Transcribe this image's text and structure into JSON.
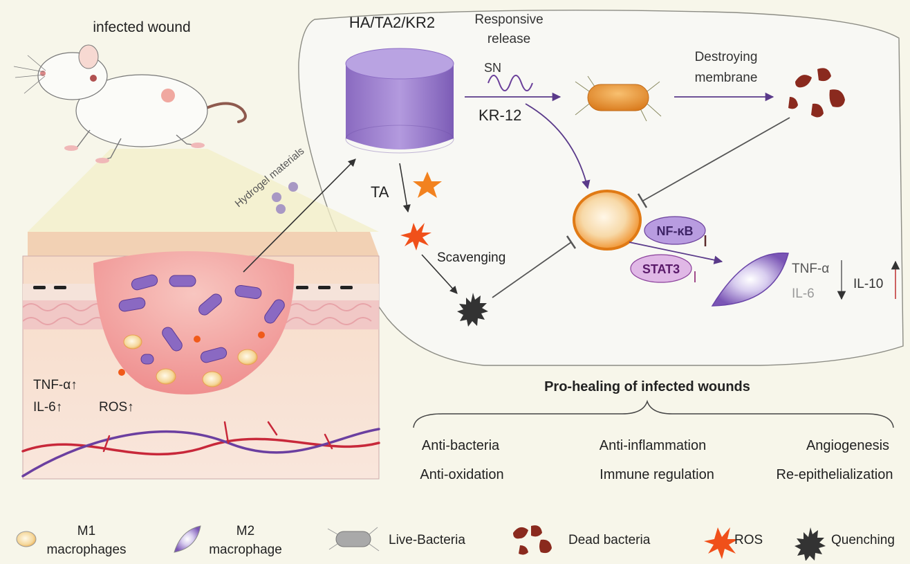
{
  "title_left": "infected wound",
  "hydrogel_label": "HA/TA2/KR2",
  "responsive_release": [
    "Responsive",
    "release"
  ],
  "sn_label": "SN",
  "kr12_label": "KR-12",
  "destroying_membrane": [
    "Destroying",
    "membrane"
  ],
  "ta_label": "TA",
  "scavenging_label": "Scavenging",
  "hydrogel_vertical_label": "Hydrogel materials",
  "nfkb_label": "NF-κB",
  "stat3_label": "STAT3",
  "tnf_right": "TNF-α",
  "il6_right": "IL-6",
  "il10_right": "IL-10",
  "wound_tnf": "TNF-α↑",
  "wound_il6": "IL-6↑",
  "wound_ros": "ROS↑",
  "pro_healing_title": "Pro-healing of infected wounds",
  "outcomes": {
    "row1": [
      "Anti-bacteria",
      "Anti-inflammation",
      "Angiogenesis"
    ],
    "row2": [
      "Anti-oxidation",
      "Immune regulation",
      "Re-epithelialization"
    ]
  },
  "legend": {
    "m1": [
      "M1",
      "macrophages"
    ],
    "m2": [
      "M2",
      "macrophage"
    ],
    "bacteria": "Live-Bacteria",
    "dead": "Dead bacteria",
    "ros": "ROS",
    "quenching": "Quenching"
  },
  "colors": {
    "hydrogel": "#9c80c8",
    "bacteria": "#e99a3a",
    "dead_bacteria": "#8a2a1e",
    "m1": "#f39a2a",
    "m2": "#8e6bc2",
    "ros": "#f0501a",
    "arrow_purple": "#6a3f9a",
    "vessel_red": "#c8283a",
    "vessel_purple": "#6b3fa0"
  }
}
